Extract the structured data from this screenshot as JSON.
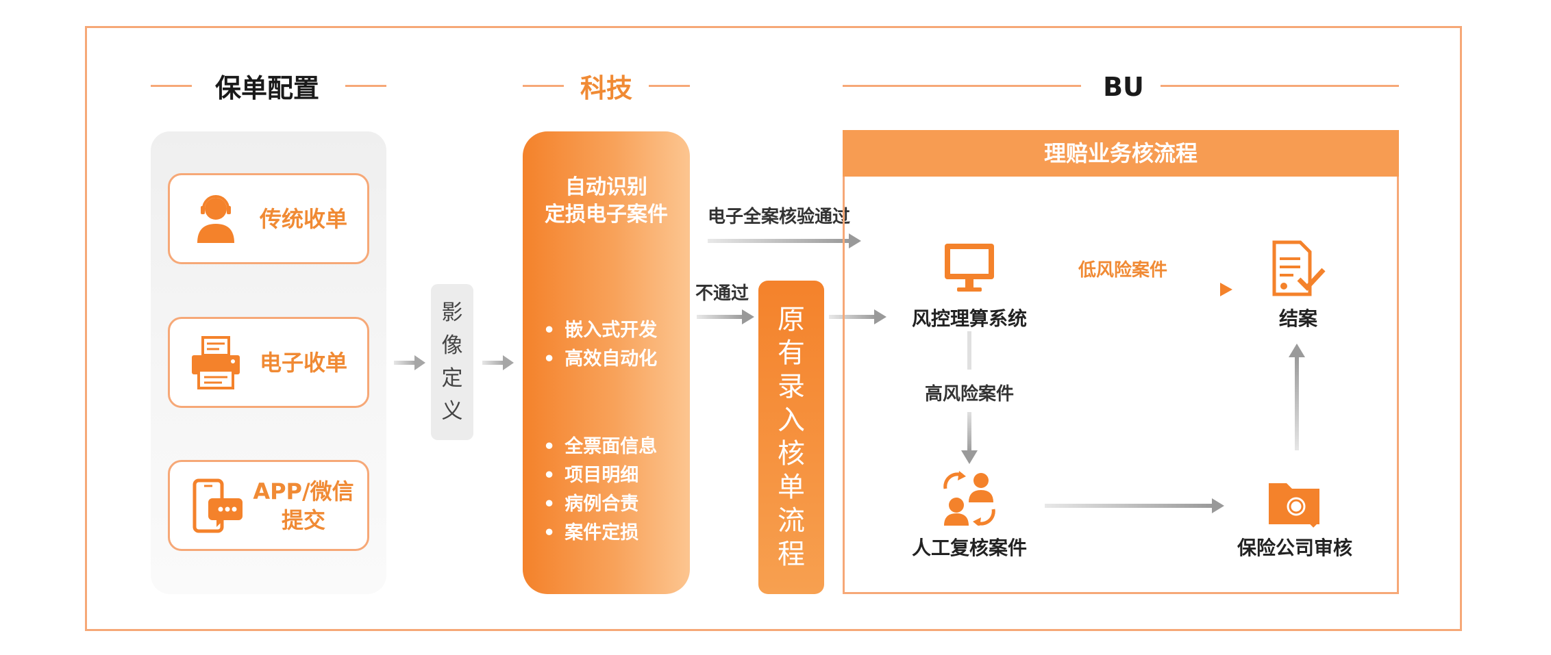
{
  "sections": {
    "policy": "保单配置",
    "tech": "科技",
    "bu": "BU"
  },
  "inputs": [
    {
      "label": "传统收单",
      "icon": "customer-service-icon"
    },
    {
      "label": "电子收单",
      "icon": "printer-icon"
    },
    {
      "label_line1": "APP/微信",
      "label_line2": "提交",
      "icon": "mobile-chat-icon"
    }
  ],
  "image_definition": [
    "影",
    "像",
    "定",
    "义"
  ],
  "tech_box": {
    "title_line1": "自动识别",
    "title_line2": "定损电子案件",
    "bullets_a": [
      "嵌入式开发",
      "高效自动化"
    ],
    "bullets_b": [
      "全票面信息",
      "项目明细",
      "病例合责",
      "案件定损"
    ]
  },
  "edges": {
    "pass": "电子全案核验通过",
    "fail": "不通过",
    "low_risk": "低风险案件",
    "high_risk": "高风险案件"
  },
  "original_process": [
    "原",
    "有",
    "录",
    "入",
    "核",
    "单",
    "流",
    "程"
  ],
  "bu": {
    "header": "理赔业务核流程",
    "nodes": {
      "risk_system": "风控理算系统",
      "close_case": "结案",
      "manual_review": "人工复核案件",
      "insurer_review": "保险公司审核"
    }
  },
  "colors": {
    "accent": "#f4822b",
    "border": "#f6a877",
    "header": "#f79c52",
    "arrow_gray": "#9a9a9a"
  }
}
